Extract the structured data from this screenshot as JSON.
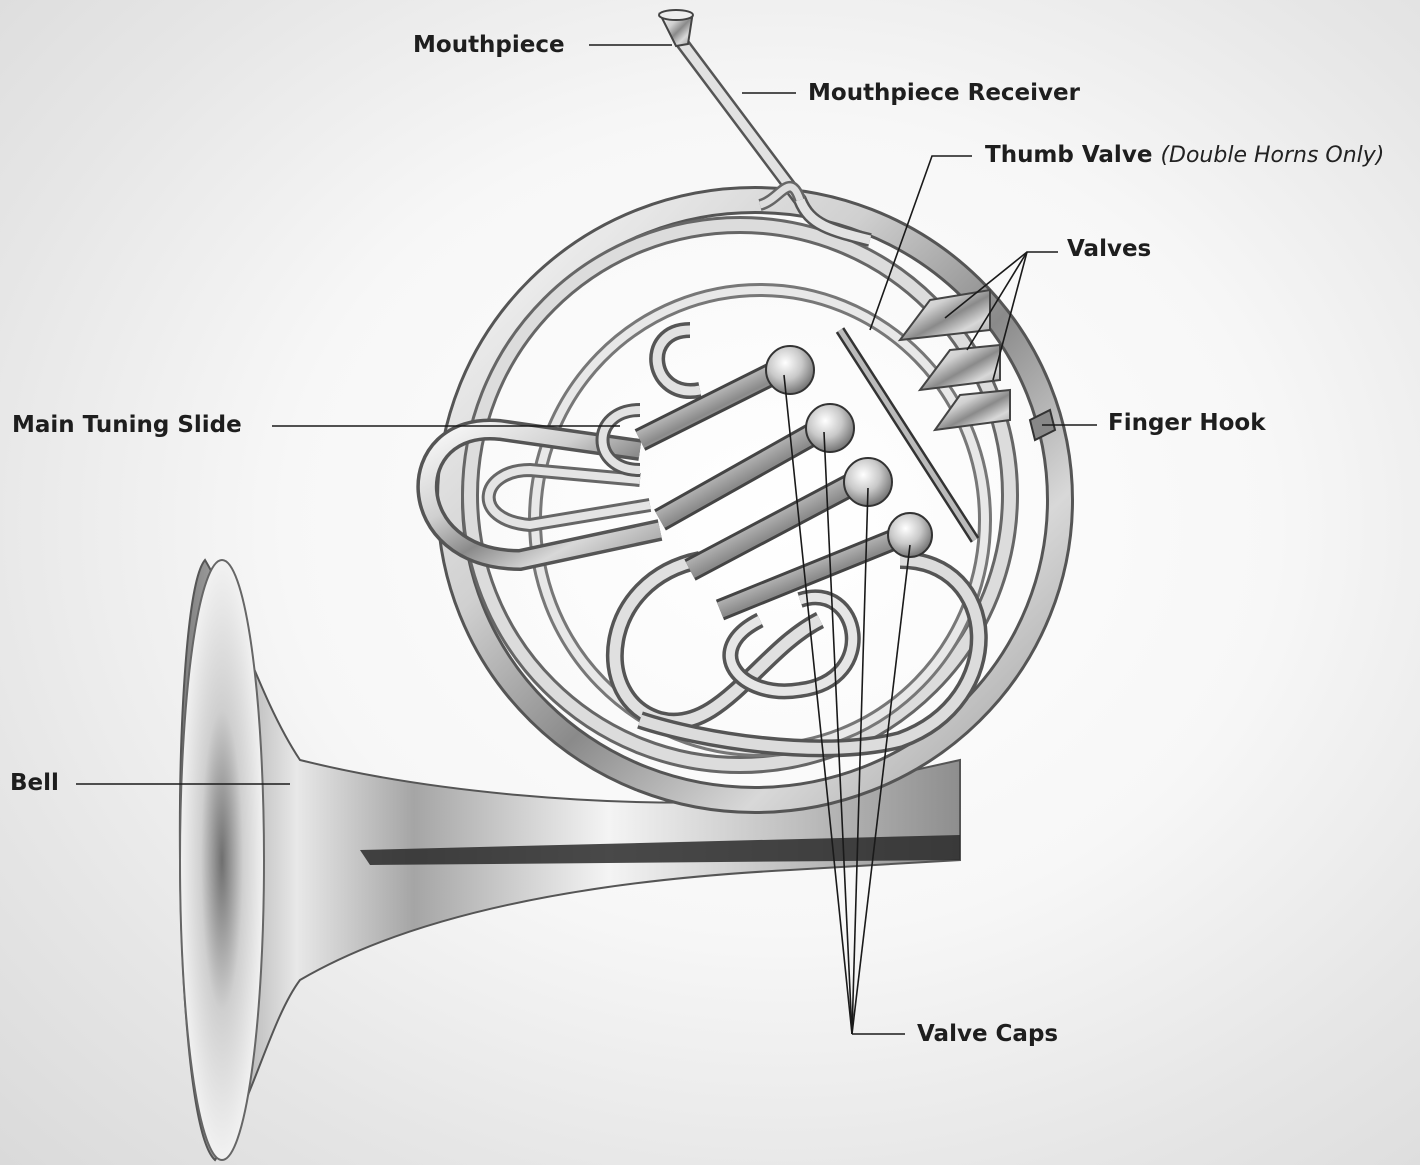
{
  "labels": {
    "mouthpiece": "Mouthpiece",
    "mouthpiece_receiver": "Mouthpiece Receiver",
    "thumb_valve": "Thumb Valve",
    "thumb_valve_note": "(Double Horns Only)",
    "valves": "Valves",
    "main_tuning_slide": "Main Tuning Slide",
    "finger_hook": "Finger Hook",
    "bell": "Bell",
    "valve_caps": "Valve Caps"
  },
  "colors": {
    "label_text": "#1e1e1e",
    "leader_line": "#1a1a1a",
    "metal_light": "#f2f2f2",
    "metal_mid": "#b8b8b8",
    "metal_dark": "#5a5a5a"
  }
}
